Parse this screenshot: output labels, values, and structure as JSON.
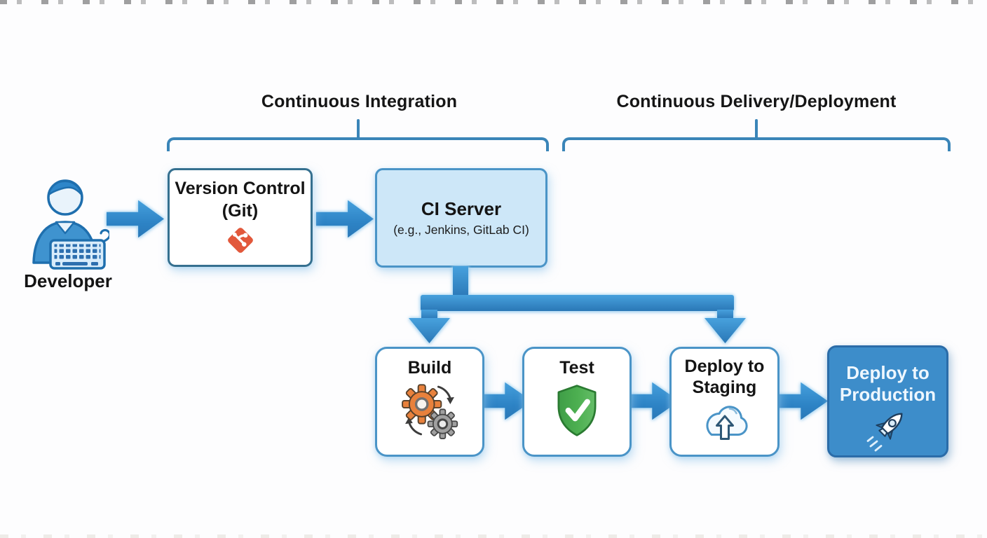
{
  "diagram": {
    "title_sections": {
      "ci": "Continuous Integration",
      "cd": "Continuous Delivery/Deployment"
    },
    "developer": {
      "label": "Developer",
      "icon": "developer-keyboard-icon"
    },
    "nodes": {
      "version_control": {
        "line1": "Version Control",
        "line2": "(Git)",
        "icon": "git-icon"
      },
      "ci_server": {
        "title": "CI Server",
        "subtitle": "(e.g., Jenkins, GitLab CI)"
      },
      "build": {
        "title": "Build",
        "icon": "gears-icon"
      },
      "test": {
        "title": "Test",
        "icon": "shield-check-icon"
      },
      "deploy_staging": {
        "title": "Deploy to Staging",
        "icon": "cloud-upload-icon"
      },
      "deploy_production": {
        "title": "Deploy to Production",
        "icon": "rocket-icon"
      }
    },
    "colors": {
      "arrow_blue": "#2d83c5",
      "arrow_glow": "#a9d9f4",
      "box_border_blue": "#4a94c7",
      "version_control_border": "#35708f",
      "ci_server_fill": "#cde7f8",
      "production_fill": "#3d8dca",
      "production_border": "#2b6ca8",
      "bracket_blue": "#3a85b8",
      "git_orange": "#e2583b",
      "gear_orange": "#e8813c",
      "gear_gray": "#a0a0a0",
      "shield_green": "#4caf50",
      "text_dark": "#141414",
      "text_light": "#eef7ff"
    }
  }
}
